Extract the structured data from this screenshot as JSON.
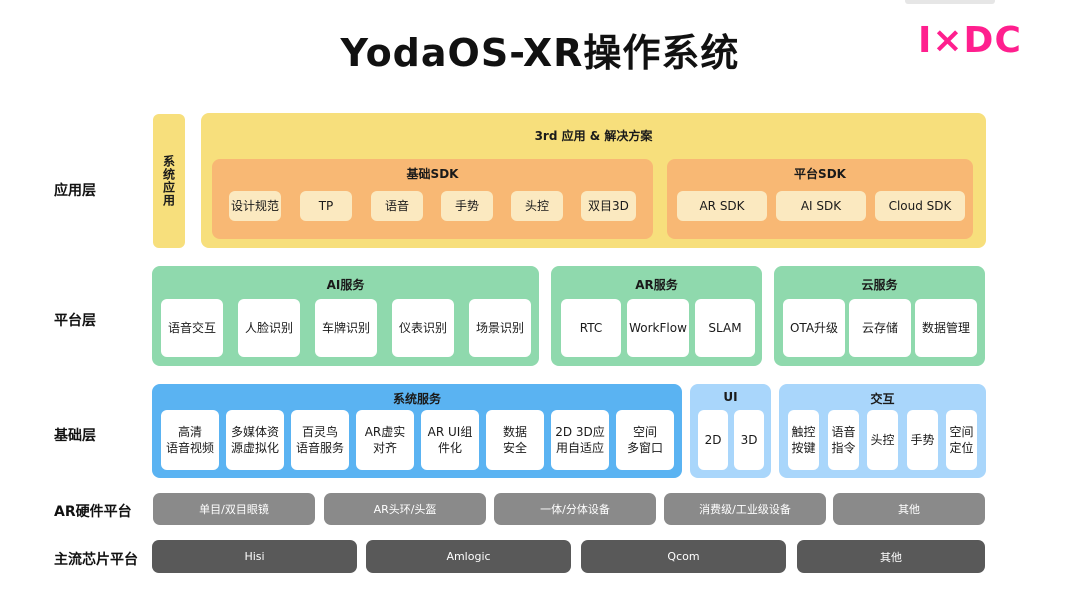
{
  "title": "YodaOS-XR操作系统",
  "logo": "I×DC",
  "layers": {
    "app": "应用层",
    "platform": "平台层",
    "base": "基础层",
    "hw": "AR硬件平台",
    "chip": "主流芯片平台"
  },
  "app_layer": {
    "system_app": "系统应用",
    "third_party_title": "3rd 应用 & 解决方案",
    "basic_sdk": {
      "title": "基础SDK",
      "items": [
        "设计规范",
        "TP",
        "语音",
        "手势",
        "头控",
        "双目3D"
      ]
    },
    "platform_sdk": {
      "title": "平台SDK",
      "items": [
        "AR SDK",
        "AI SDK",
        "Cloud SDK"
      ]
    }
  },
  "platform_layer": {
    "ai": {
      "title": "AI服务",
      "items": [
        "语音交互",
        "人脸识别",
        "车牌识别",
        "仪表识别",
        "场景识别"
      ]
    },
    "ar": {
      "title": "AR服务",
      "items": [
        "RTC",
        "WorkFlow",
        "SLAM"
      ]
    },
    "cloud": {
      "title": "云服务",
      "items": [
        "OTA升级",
        "云存储",
        "数据管理"
      ]
    }
  },
  "base_layer": {
    "system": {
      "title": "系统服务",
      "items": [
        [
          "高清",
          "语音视频"
        ],
        [
          "多媒体资",
          "源虚拟化"
        ],
        [
          "百灵鸟",
          "语音服务"
        ],
        [
          "AR虚实",
          "对齐"
        ],
        [
          "AR UI组",
          "件化"
        ],
        [
          "数据",
          "安全"
        ],
        [
          "2D 3D应",
          "用自适应"
        ],
        [
          "空间",
          "多窗口"
        ]
      ]
    },
    "ui": {
      "title": "UI",
      "items": [
        "2D",
        "3D"
      ]
    },
    "interaction": {
      "title": "交互",
      "items": [
        [
          "触控",
          "按键"
        ],
        [
          "语音",
          "指令"
        ],
        [
          "头控"
        ],
        [
          "手势"
        ],
        [
          "空间",
          "定位"
        ]
      ]
    }
  },
  "hw_platform": [
    "单目/双目眼镜",
    "AR头环/头盔",
    "一体/分体设备",
    "消费级/工业级设备",
    "其他"
  ],
  "chip_platform": [
    "Hisi",
    "Amlogic",
    "Qcom",
    "其他"
  ],
  "colors": {
    "app_panel": "#f7df7c",
    "app_inner": "#f8b874",
    "platform": "#8fd9ad",
    "base_dark": "#5ab3f2",
    "base_light": "#a9d6fb",
    "hw": "#8a8a8a",
    "chip": "#595959",
    "brand": "#ff1f8e"
  }
}
